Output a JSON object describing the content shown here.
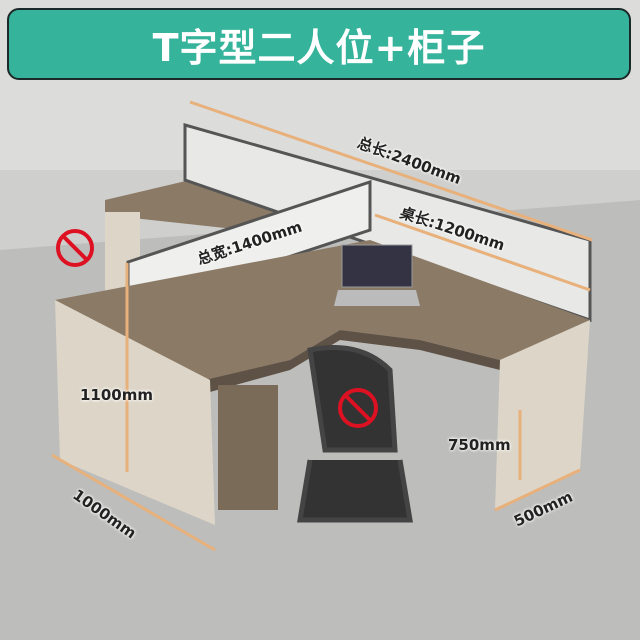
{
  "banner": {
    "title": "T字型二人位+柜子"
  },
  "dimensions": {
    "total_length": "总长:2400mm",
    "total_width": "总宽:1400mm",
    "desk_length": "桌长:1200mm",
    "partition_height": "1100mm",
    "desk_height": "750mm",
    "depth": "1000mm",
    "side_depth": "500mm"
  },
  "colors": {
    "banner": "#35b39b",
    "desk_top": "#8b7a66",
    "cabinet": "#ddd6c8",
    "dim_line": "#e8b07a"
  }
}
